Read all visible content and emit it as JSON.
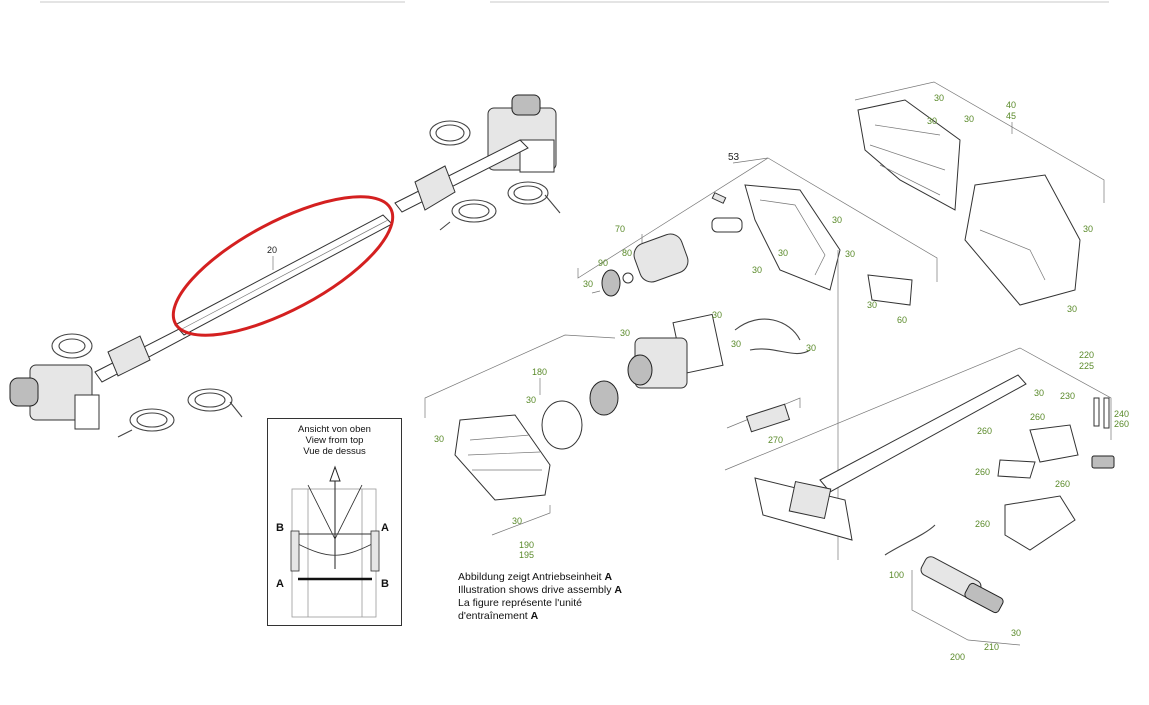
{
  "highlight_color": "#d42020",
  "label_color": "#5a8a2a",
  "callouts": {
    "c20": "20",
    "c53": "53",
    "c70": "70",
    "c80": "80",
    "c90": "90",
    "c30": "30",
    "c60": "60",
    "c40": "40",
    "c45": "45",
    "c180": "180",
    "c190": "190",
    "c195": "195",
    "c270": "270",
    "c220": "220",
    "c225": "225",
    "c230": "230",
    "c240": "240",
    "c260": "260",
    "c100": "100",
    "c200": "200",
    "c210": "210"
  },
  "inset": {
    "lines": [
      "Ansicht von oben",
      "View from top",
      "Vue de dessus"
    ],
    "letter_a": "A",
    "letter_b": "B"
  },
  "caption": {
    "lines": [
      "Abbildung zeigt Antriebseinheit",
      "Illustration shows drive assembly",
      "La figure représente l'unité",
      "d'entraînement"
    ],
    "letter": "A"
  }
}
